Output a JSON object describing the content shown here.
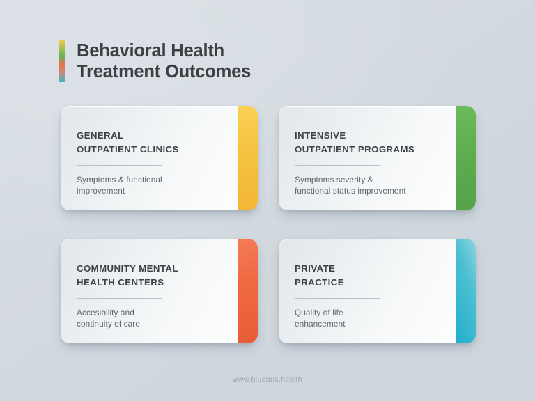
{
  "header": {
    "accent_bar_colors": [
      "#ecc94b",
      "#63b25a",
      "#ef7048",
      "#3fb6c6"
    ],
    "title_line_1": "Behavioral Health",
    "title_line_2": "Treatment Outcomes",
    "title_color": "#3c4043"
  },
  "cards": [
    {
      "title": "GENERAL\nOUTPATIENT CLINICS",
      "description": "Symptoms & functional\nimprovement",
      "accent": "yellow",
      "accent_color": "#f6c544"
    },
    {
      "title": "INTENSIVE\nOUTPATIENT PROGRAMS",
      "description": "Symptoms severity &\nfunctional status improvement",
      "accent": "green",
      "accent_color": "#5fae50"
    },
    {
      "title": "COMMUNITY MENTAL\nHEALTH CENTERS",
      "description": "Accesibility and\ncontinuity of care",
      "accent": "orange",
      "accent_color": "#ef6a43"
    },
    {
      "title": "PRIVATE\nPRACTICE",
      "description": "Quality of life\nenhancement",
      "accent": "cyan",
      "accent_color": "#23aecb"
    }
  ],
  "footer": {
    "website": "www.bluebrix.health"
  }
}
